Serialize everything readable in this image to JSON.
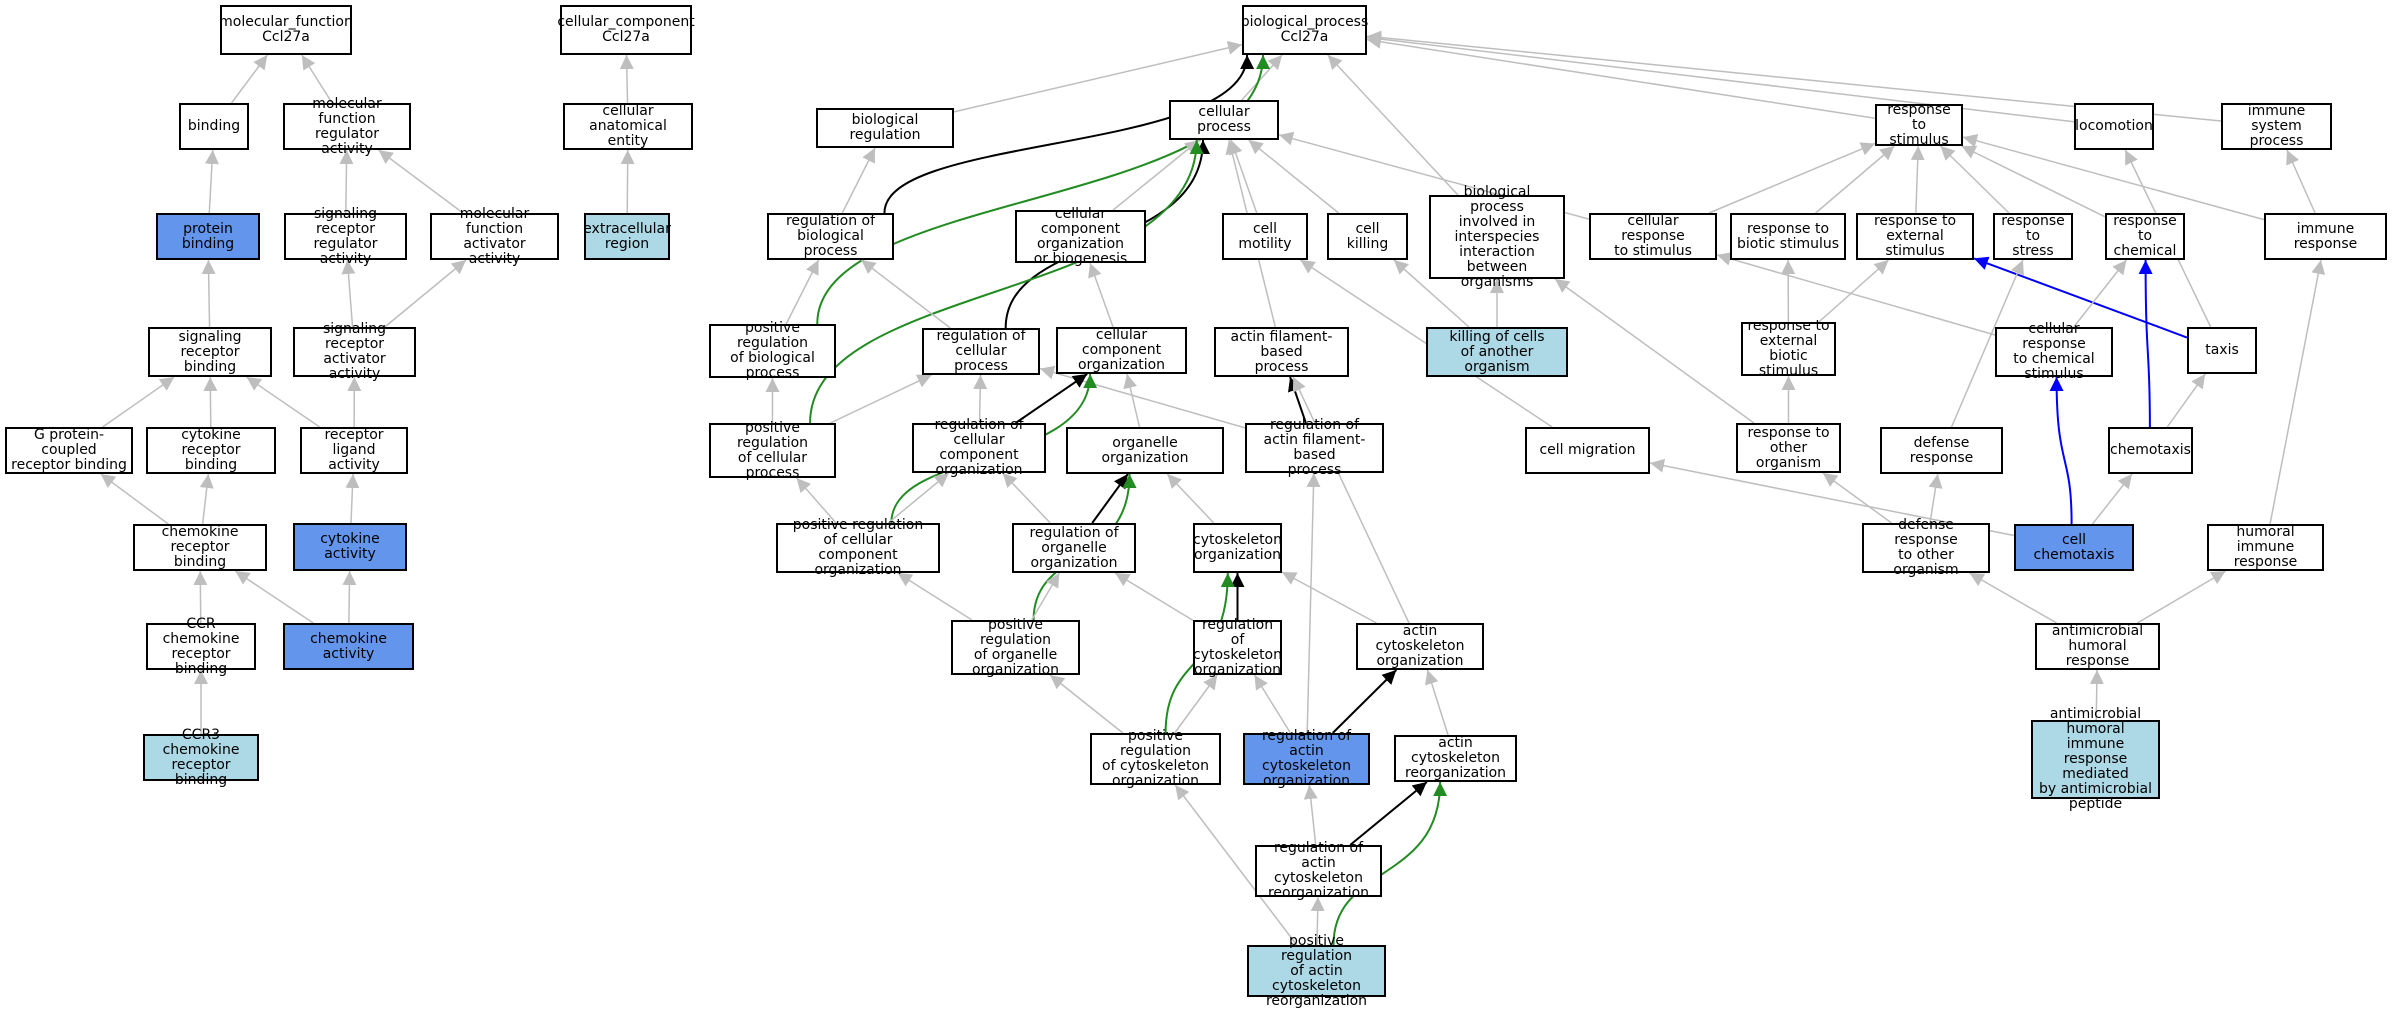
{
  "colors": {
    "node_fill": "#ffffff",
    "highlight_dark": "#6495ED",
    "highlight_light": "#ADD8E6",
    "edge_default": "#bebebe",
    "edge_black": "#000000",
    "edge_green": "#228B22",
    "edge_blue": "#0000FF"
  },
  "nodes": [
    {
      "id": "mf",
      "label": "molecular_function\nCcl27a"
    },
    {
      "id": "cc",
      "label": "cellular_component\nCcl27a"
    },
    {
      "id": "bp",
      "label": "biological_process\nCcl27a"
    },
    {
      "id": "binding",
      "label": "binding"
    },
    {
      "id": "mfra",
      "label": "molecular function\nregulator activity"
    },
    {
      "id": "cae",
      "label": "cellular anatomical\nentity"
    },
    {
      "id": "bioreg",
      "label": "biological regulation"
    },
    {
      "id": "cellproc",
      "label": "cellular process"
    },
    {
      "id": "rts",
      "label": "response to\nstimulus"
    },
    {
      "id": "locomotion",
      "label": "locomotion"
    },
    {
      "id": "isp",
      "label": "immune system\nprocess"
    },
    {
      "id": "protbind",
      "label": "protein binding",
      "fill": "dark"
    },
    {
      "id": "srra",
      "label": "signaling receptor\nregulator activity"
    },
    {
      "id": "mfaa",
      "label": "molecular function\nactivator activity"
    },
    {
      "id": "extreg",
      "label": "extracellular\nregion",
      "fill": "light"
    },
    {
      "id": "regbp",
      "label": "regulation of\nbiological process"
    },
    {
      "id": "ccob",
      "label": "cellular component\norganization\nor biogenesis"
    },
    {
      "id": "motility",
      "label": "cell motility"
    },
    {
      "id": "killing",
      "label": "cell killing"
    },
    {
      "id": "bpiii",
      "label": "biological process\ninvolved in\ninterspecies\ninteraction\nbetween organisms"
    },
    {
      "id": "crts",
      "label": "cellular response\nto stimulus"
    },
    {
      "id": "rtbs",
      "label": "response to\nbiotic stimulus"
    },
    {
      "id": "rtes",
      "label": "response to\nexternal stimulus"
    },
    {
      "id": "rtstress",
      "label": "response to\nstress"
    },
    {
      "id": "rtchem",
      "label": "response to\nchemical"
    },
    {
      "id": "immresp",
      "label": "immune response"
    },
    {
      "id": "srb",
      "label": "signaling receptor\nbinding"
    },
    {
      "id": "sraa",
      "label": "signaling receptor\nactivator activity"
    },
    {
      "id": "posregbp",
      "label": "positive regulation\nof biological\nprocess"
    },
    {
      "id": "regcp",
      "label": "regulation of\ncellular process"
    },
    {
      "id": "cco",
      "label": "cellular component\norganization"
    },
    {
      "id": "afbp",
      "label": "actin filament-based\nprocess"
    },
    {
      "id": "kcao",
      "label": "killing of cells\nof another organism",
      "fill": "light"
    },
    {
      "id": "rtebs",
      "label": "response to\nexternal biotic\nstimulus"
    },
    {
      "id": "crcs",
      "label": "cellular response\nto chemical\nstimulus"
    },
    {
      "id": "taxis",
      "label": "taxis"
    },
    {
      "id": "gpcrb",
      "label": "G protein-coupled\nreceptor binding"
    },
    {
      "id": "cytrb",
      "label": "cytokine receptor\nbinding"
    },
    {
      "id": "rla",
      "label": "receptor ligand\nactivity"
    },
    {
      "id": "posregcp",
      "label": "positive regulation\nof cellular\nprocess"
    },
    {
      "id": "regcco",
      "label": "regulation of\ncellular component\norganization"
    },
    {
      "id": "orgorg",
      "label": "organelle organization"
    },
    {
      "id": "regafbp",
      "label": "regulation of\nactin filament-based\nprocess"
    },
    {
      "id": "cellmig",
      "label": "cell migration"
    },
    {
      "id": "rtoo",
      "label": "response to\nother organism"
    },
    {
      "id": "defresp",
      "label": "defense response"
    },
    {
      "id": "chemotaxis",
      "label": "chemotaxis"
    },
    {
      "id": "chemrb",
      "label": "chemokine receptor\nbinding"
    },
    {
      "id": "cytact",
      "label": "cytokine activity",
      "fill": "dark"
    },
    {
      "id": "posregcco",
      "label": "positive regulation\nof cellular\ncomponent organization"
    },
    {
      "id": "regoo",
      "label": "regulation of\norganelle organization"
    },
    {
      "id": "cytoorg",
      "label": "cytoskeleton\norganization"
    },
    {
      "id": "drtoo",
      "label": "defense response\nto other organism"
    },
    {
      "id": "cellchemo",
      "label": "cell chemotaxis",
      "fill": "dark"
    },
    {
      "id": "humimm",
      "label": "humoral immune\nresponse"
    },
    {
      "id": "ccr",
      "label": "CCR chemokine\nreceptor binding"
    },
    {
      "id": "chemact",
      "label": "chemokine activity",
      "fill": "dark"
    },
    {
      "id": "posregoo",
      "label": "positive regulation\nof organelle\norganization"
    },
    {
      "id": "regco",
      "label": "regulation of\ncytoskeleton\norganization"
    },
    {
      "id": "acto",
      "label": "actin cytoskeleton\norganization"
    },
    {
      "id": "amhr",
      "label": "antimicrobial\nhumoral response"
    },
    {
      "id": "ccr3",
      "label": "CCR3 chemokine\nreceptor binding",
      "fill": "light"
    },
    {
      "id": "posregco",
      "label": "positive regulation\nof cytoskeleton\norganization"
    },
    {
      "id": "regaco",
      "label": "regulation of\nactin cytoskeleton\norganization",
      "fill": "dark"
    },
    {
      "id": "actr",
      "label": "actin cytoskeleton\nreorganization"
    },
    {
      "id": "amhrmap",
      "label": "antimicrobial\nhumoral immune\nresponse mediated\nby antimicrobial\npeptide",
      "fill": "light"
    },
    {
      "id": "regacr",
      "label": "regulation of\nactin cytoskeleton\nreorganization"
    },
    {
      "id": "posregacr",
      "label": "positive regulation\nof actin cytoskeleton\nreorganization",
      "fill": "light"
    }
  ],
  "edges": [
    {
      "from": "binding",
      "to": "mf"
    },
    {
      "from": "mfra",
      "to": "mf"
    },
    {
      "from": "cae",
      "to": "cc"
    },
    {
      "from": "bioreg",
      "to": "bp"
    },
    {
      "from": "cellproc",
      "to": "bp"
    },
    {
      "from": "rts",
      "to": "bp"
    },
    {
      "from": "locomotion",
      "to": "bp"
    },
    {
      "from": "isp",
      "to": "bp"
    },
    {
      "from": "bpiii",
      "to": "bp"
    },
    {
      "from": "regbp",
      "to": "bp",
      "color": "black"
    },
    {
      "from": "posregbp",
      "to": "bp",
      "color": "green"
    },
    {
      "from": "protbind",
      "to": "binding"
    },
    {
      "from": "srra",
      "to": "mfra"
    },
    {
      "from": "mfaa",
      "to": "mfra"
    },
    {
      "from": "extreg",
      "to": "cae"
    },
    {
      "from": "regbp",
      "to": "bioreg"
    },
    {
      "from": "ccob",
      "to": "cellproc"
    },
    {
      "from": "motility",
      "to": "cellproc"
    },
    {
      "from": "killing",
      "to": "cellproc"
    },
    {
      "from": "crts",
      "to": "cellproc"
    },
    {
      "from": "afbp",
      "to": "cellproc"
    },
    {
      "from": "regcp",
      "to": "cellproc",
      "color": "black"
    },
    {
      "from": "posregcp",
      "to": "cellproc",
      "color": "green"
    },
    {
      "from": "crts",
      "to": "rts"
    },
    {
      "from": "rtbs",
      "to": "rts"
    },
    {
      "from": "rtes",
      "to": "rts"
    },
    {
      "from": "rtstress",
      "to": "rts"
    },
    {
      "from": "rtchem",
      "to": "rts"
    },
    {
      "from": "immresp",
      "to": "rts"
    },
    {
      "from": "taxis",
      "to": "locomotion"
    },
    {
      "from": "immresp",
      "to": "isp"
    },
    {
      "from": "srb",
      "to": "protbind"
    },
    {
      "from": "sraa",
      "to": "srra"
    },
    {
      "from": "sraa",
      "to": "mfaa"
    },
    {
      "from": "posregbp",
      "to": "regbp"
    },
    {
      "from": "regcp",
      "to": "regbp"
    },
    {
      "from": "cco",
      "to": "ccob"
    },
    {
      "from": "cellmig",
      "to": "motility"
    },
    {
      "from": "kcao",
      "to": "killing"
    },
    {
      "from": "kcao",
      "to": "bpiii"
    },
    {
      "from": "rtoo",
      "to": "bpiii"
    },
    {
      "from": "crcs",
      "to": "crts"
    },
    {
      "from": "rtebs",
      "to": "rtbs"
    },
    {
      "from": "rtebs",
      "to": "rtes"
    },
    {
      "from": "taxis",
      "to": "rtes",
      "color": "blue"
    },
    {
      "from": "defresp",
      "to": "rtstress"
    },
    {
      "from": "crcs",
      "to": "rtchem"
    },
    {
      "from": "chemotaxis",
      "to": "rtchem",
      "color": "blue"
    },
    {
      "from": "humimm",
      "to": "immresp"
    },
    {
      "from": "gpcrb",
      "to": "srb"
    },
    {
      "from": "cytrb",
      "to": "srb"
    },
    {
      "from": "rla",
      "to": "srb"
    },
    {
      "from": "rla",
      "to": "sraa"
    },
    {
      "from": "posregcp",
      "to": "posregbp"
    },
    {
      "from": "posregcp",
      "to": "regcp"
    },
    {
      "from": "regcco",
      "to": "regcp"
    },
    {
      "from": "regafbp",
      "to": "regcp"
    },
    {
      "from": "orgorg",
      "to": "cco"
    },
    {
      "from": "regcco",
      "to": "cco",
      "color": "black"
    },
    {
      "from": "posregcco",
      "to": "cco",
      "color": "green"
    },
    {
      "from": "regafbp",
      "to": "afbp",
      "color": "black"
    },
    {
      "from": "acto",
      "to": "afbp"
    },
    {
      "from": "rtoo",
      "to": "rtebs"
    },
    {
      "from": "cellchemo",
      "to": "crcs",
      "color": "blue"
    },
    {
      "from": "chemotaxis",
      "to": "taxis"
    },
    {
      "from": "chemrb",
      "to": "gpcrb"
    },
    {
      "from": "chemrb",
      "to": "cytrb"
    },
    {
      "from": "cytact",
      "to": "rla"
    },
    {
      "from": "posregcco",
      "to": "posregcp"
    },
    {
      "from": "posregcco",
      "to": "regcco"
    },
    {
      "from": "regoo",
      "to": "regcco"
    },
    {
      "from": "cytoorg",
      "to": "orgorg"
    },
    {
      "from": "regoo",
      "to": "orgorg",
      "color": "black"
    },
    {
      "from": "posregoo",
      "to": "orgorg",
      "color": "green"
    },
    {
      "from": "regaco",
      "to": "regafbp"
    },
    {
      "from": "cellchemo",
      "to": "cellmig"
    },
    {
      "from": "drtoo",
      "to": "rtoo"
    },
    {
      "from": "drtoo",
      "to": "defresp"
    },
    {
      "from": "cellchemo",
      "to": "chemotaxis"
    },
    {
      "from": "ccr",
      "to": "chemrb"
    },
    {
      "from": "chemact",
      "to": "chemrb"
    },
    {
      "from": "chemact",
      "to": "cytact"
    },
    {
      "from": "posregoo",
      "to": "posregcco"
    },
    {
      "from": "posregoo",
      "to": "regoo"
    },
    {
      "from": "regco",
      "to": "regoo"
    },
    {
      "from": "acto",
      "to": "cytoorg"
    },
    {
      "from": "regco",
      "to": "cytoorg",
      "color": "black"
    },
    {
      "from": "posregco",
      "to": "cytoorg",
      "color": "green"
    },
    {
      "from": "amhr",
      "to": "drtoo"
    },
    {
      "from": "amhr",
      "to": "humimm"
    },
    {
      "from": "ccr3",
      "to": "ccr"
    },
    {
      "from": "posregco",
      "to": "posregoo"
    },
    {
      "from": "posregco",
      "to": "regco"
    },
    {
      "from": "regaco",
      "to": "regco"
    },
    {
      "from": "regaco",
      "to": "acto",
      "color": "black"
    },
    {
      "from": "actr",
      "to": "acto"
    },
    {
      "from": "amhrmap",
      "to": "amhr"
    },
    {
      "from": "posregacr",
      "to": "posregco"
    },
    {
      "from": "regacr",
      "to": "regaco"
    },
    {
      "from": "regacr",
      "to": "actr",
      "color": "black"
    },
    {
      "from": "posregacr",
      "to": "regacr"
    },
    {
      "from": "posregacr",
      "to": "actr",
      "color": "green"
    }
  ]
}
